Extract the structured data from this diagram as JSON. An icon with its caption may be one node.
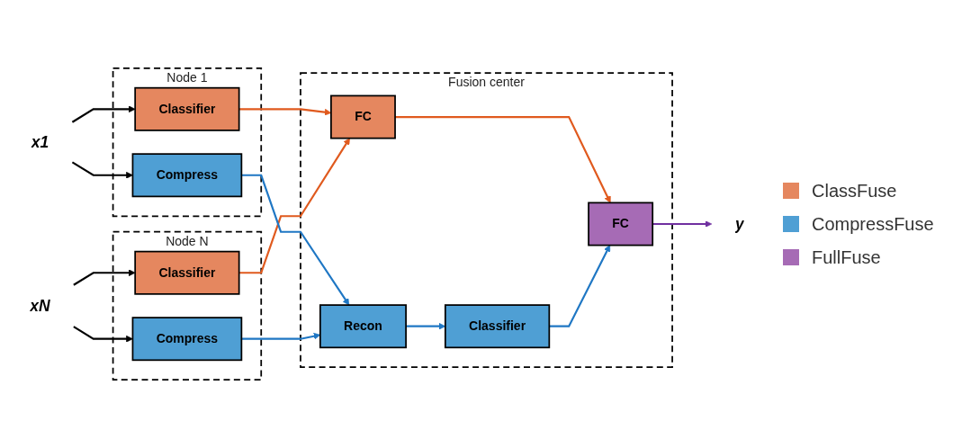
{
  "diagram": {
    "nodes": [
      {
        "text": [
          "Node 1"
        ]
      },
      {
        "text": [
          "x1"
        ]
      },
      {
        "text": [
          "Classifier"
        ],
        "in": 0
      },
      {
        "text": [
          "Compress"
        ],
        "in": 0
      },
      {
        "text": [
          "Node N"
        ]
      },
      {
        "text": [
          "xN"
        ]
      },
      {
        "text": [
          "Classifier"
        ],
        "in": 4
      },
      {
        "text": [
          "Compress"
        ],
        "in": 4
      },
      {
        "text": [
          "Fusion center"
        ]
      },
      {
        "text": [
          "FC"
        ],
        "in": 8
      },
      {
        "text": [
          "Recon"
        ],
        "in": 8
      },
      {
        "text": [
          "Classifier"
        ],
        "in": 8
      },
      {
        "text": [
          "FC"
        ],
        "in": 8
      },
      {
        "text": [
          "y"
        ]
      }
    ],
    "edges": [
      {
        "from": 1,
        "to": 2,
        "arrow": "to"
      },
      {
        "from": 1,
        "to": 3,
        "arrow": "to"
      },
      {
        "from": 5,
        "to": 6,
        "arrow": "to"
      },
      {
        "from": 5,
        "to": 7,
        "arrow": "to"
      },
      {
        "from": 2,
        "to": 9,
        "arrow": "to",
        "color": "#e05a1e"
      },
      {
        "from": 6,
        "to": 9,
        "arrow": "to",
        "color": "#e05a1e"
      },
      {
        "from": 3,
        "to": 10,
        "arrow": "to",
        "color": "#1f77c4"
      },
      {
        "from": 7,
        "to": 10,
        "arrow": "to",
        "color": "#1f77c4"
      },
      {
        "from": 9,
        "to": 12,
        "arrow": "to",
        "color": "#e05a1e"
      },
      {
        "from": 10,
        "to": 11,
        "arrow": "to",
        "color": "#1f77c4"
      },
      {
        "from": 11,
        "to": 12,
        "arrow": "to",
        "color": "#1f77c4"
      },
      {
        "from": 12,
        "to": 13,
        "arrow": "to",
        "color": "#7030a0"
      }
    ],
    "legend": [
      {
        "text": "ClassFuse",
        "color": "#e5875f"
      },
      {
        "text": "CompressFuse",
        "color": "#4f9fd4"
      },
      {
        "text": "FullFuse",
        "color": "#a66bb5"
      }
    ]
  }
}
